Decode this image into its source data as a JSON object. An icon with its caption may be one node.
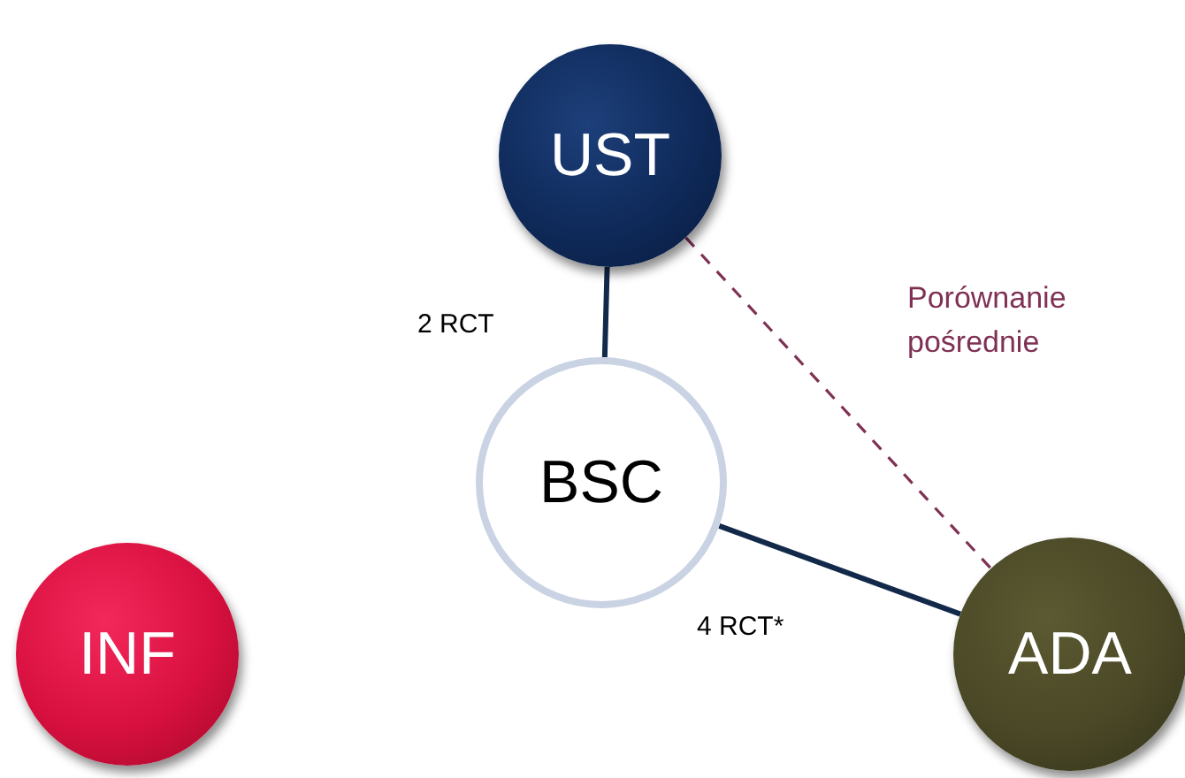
{
  "diagram": {
    "nodes": [
      {
        "text": [
          "UST"
        ]
      },
      {
        "text": [
          "BSC"
        ]
      },
      {
        "text": [
          "INF"
        ]
      },
      {
        "text": [
          "ADA"
        ]
      }
    ],
    "edges": [
      {
        "from": 0,
        "to": 1,
        "arrow": "none",
        "label": "2 RCT"
      },
      {
        "from": 1,
        "to": 3,
        "arrow": "none",
        "label": "4 RCT*"
      },
      {
        "from": 0,
        "to": 3,
        "arrow": "none",
        "label": "Porównanie pośrednie",
        "style": "dashed",
        "color": "#7f3154"
      }
    ]
  }
}
